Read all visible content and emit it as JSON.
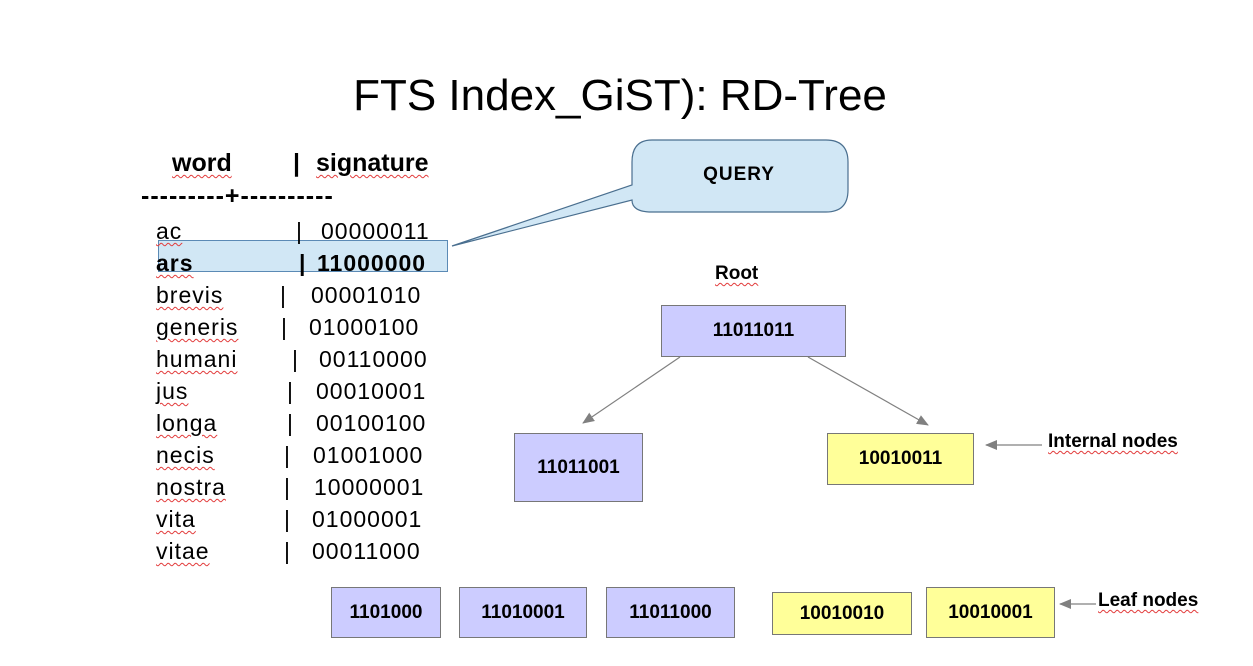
{
  "title": "FTS Index_GiST): RD-Tree",
  "table": {
    "header_word": "word",
    "header_bar": "|",
    "header_signature": "signature",
    "separator": "---------+----------",
    "rows": [
      {
        "word": "ac",
        "sig": "00000011",
        "bold": false
      },
      {
        "word": "ars",
        "sig": "11000000",
        "bold": true
      },
      {
        "word": "brevis",
        "sig": "00001010",
        "bold": false
      },
      {
        "word": "generis",
        "sig": "01000100",
        "bold": false
      },
      {
        "word": "humani",
        "sig": "00110000",
        "bold": false
      },
      {
        "word": "jus",
        "sig": "00010001",
        "bold": false
      },
      {
        "word": "longa",
        "sig": "00100100",
        "bold": false
      },
      {
        "word": "necis",
        "sig": "01001000",
        "bold": false
      },
      {
        "word": "nostra",
        "sig": "10000001",
        "bold": false
      },
      {
        "word": "vita",
        "sig": "01000001",
        "bold": false
      },
      {
        "word": "vitae",
        "sig": "00011000",
        "bold": false
      }
    ]
  },
  "callout": {
    "label": "QUERY"
  },
  "tree": {
    "root_label": "Root",
    "root": "11011011",
    "internal": [
      {
        "value": "11011001",
        "color": "purple"
      },
      {
        "value": "10010011",
        "color": "yellow"
      }
    ],
    "leaves": [
      {
        "value": "1101000",
        "color": "purple"
      },
      {
        "value": "11010001",
        "color": "purple"
      },
      {
        "value": "11011000",
        "color": "purple"
      },
      {
        "value": "10010010",
        "color": "yellow"
      },
      {
        "value": "10010001",
        "color": "yellow"
      }
    ],
    "internal_label": "Internal nodes",
    "leaf_label": "Leaf nodes"
  },
  "colors": {
    "purple": "#ccccff",
    "yellow": "#ffff99",
    "callout": "#d1e7f5",
    "arrow": "#808080"
  }
}
